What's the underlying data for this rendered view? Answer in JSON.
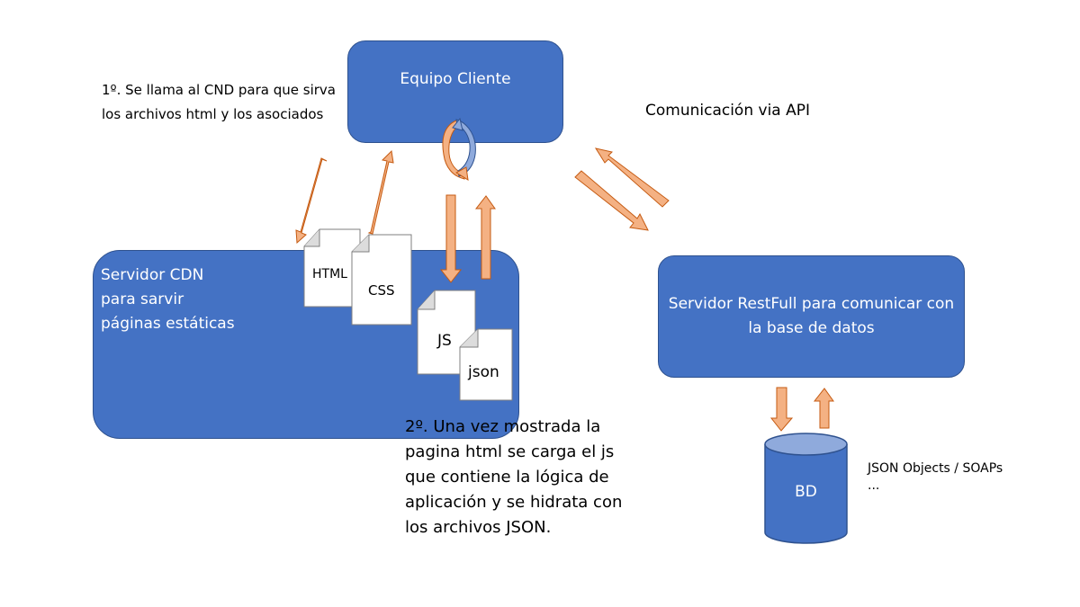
{
  "client": {
    "label": "Equipo Cliente"
  },
  "cdn": {
    "label": "Servidor CDN para sarvir páginas estáticas"
  },
  "rest": {
    "label": "Servidor RestFull para comunicar con la base de datos"
  },
  "db": {
    "label": "BD"
  },
  "documents": {
    "html": "HTML",
    "css": "CSS",
    "js": "JS",
    "json": "json"
  },
  "notes": {
    "step1": "1º. Se llama al CND para que sirva los archivos html y los asociados",
    "api": "Comunicación  via API",
    "step2": "2º. Una vez mostrada la pagina html se carga el js que contiene la lógica de aplicación y se hidrata con los archivos JSON.",
    "json_objects": "JSON Objects / SOAPs",
    "json_dots": "..."
  },
  "colors": {
    "box_fill": "#4472c4",
    "box_border": "#2f528f",
    "arrow_fill": "#f4b183",
    "arrow_border": "#c55a11"
  }
}
